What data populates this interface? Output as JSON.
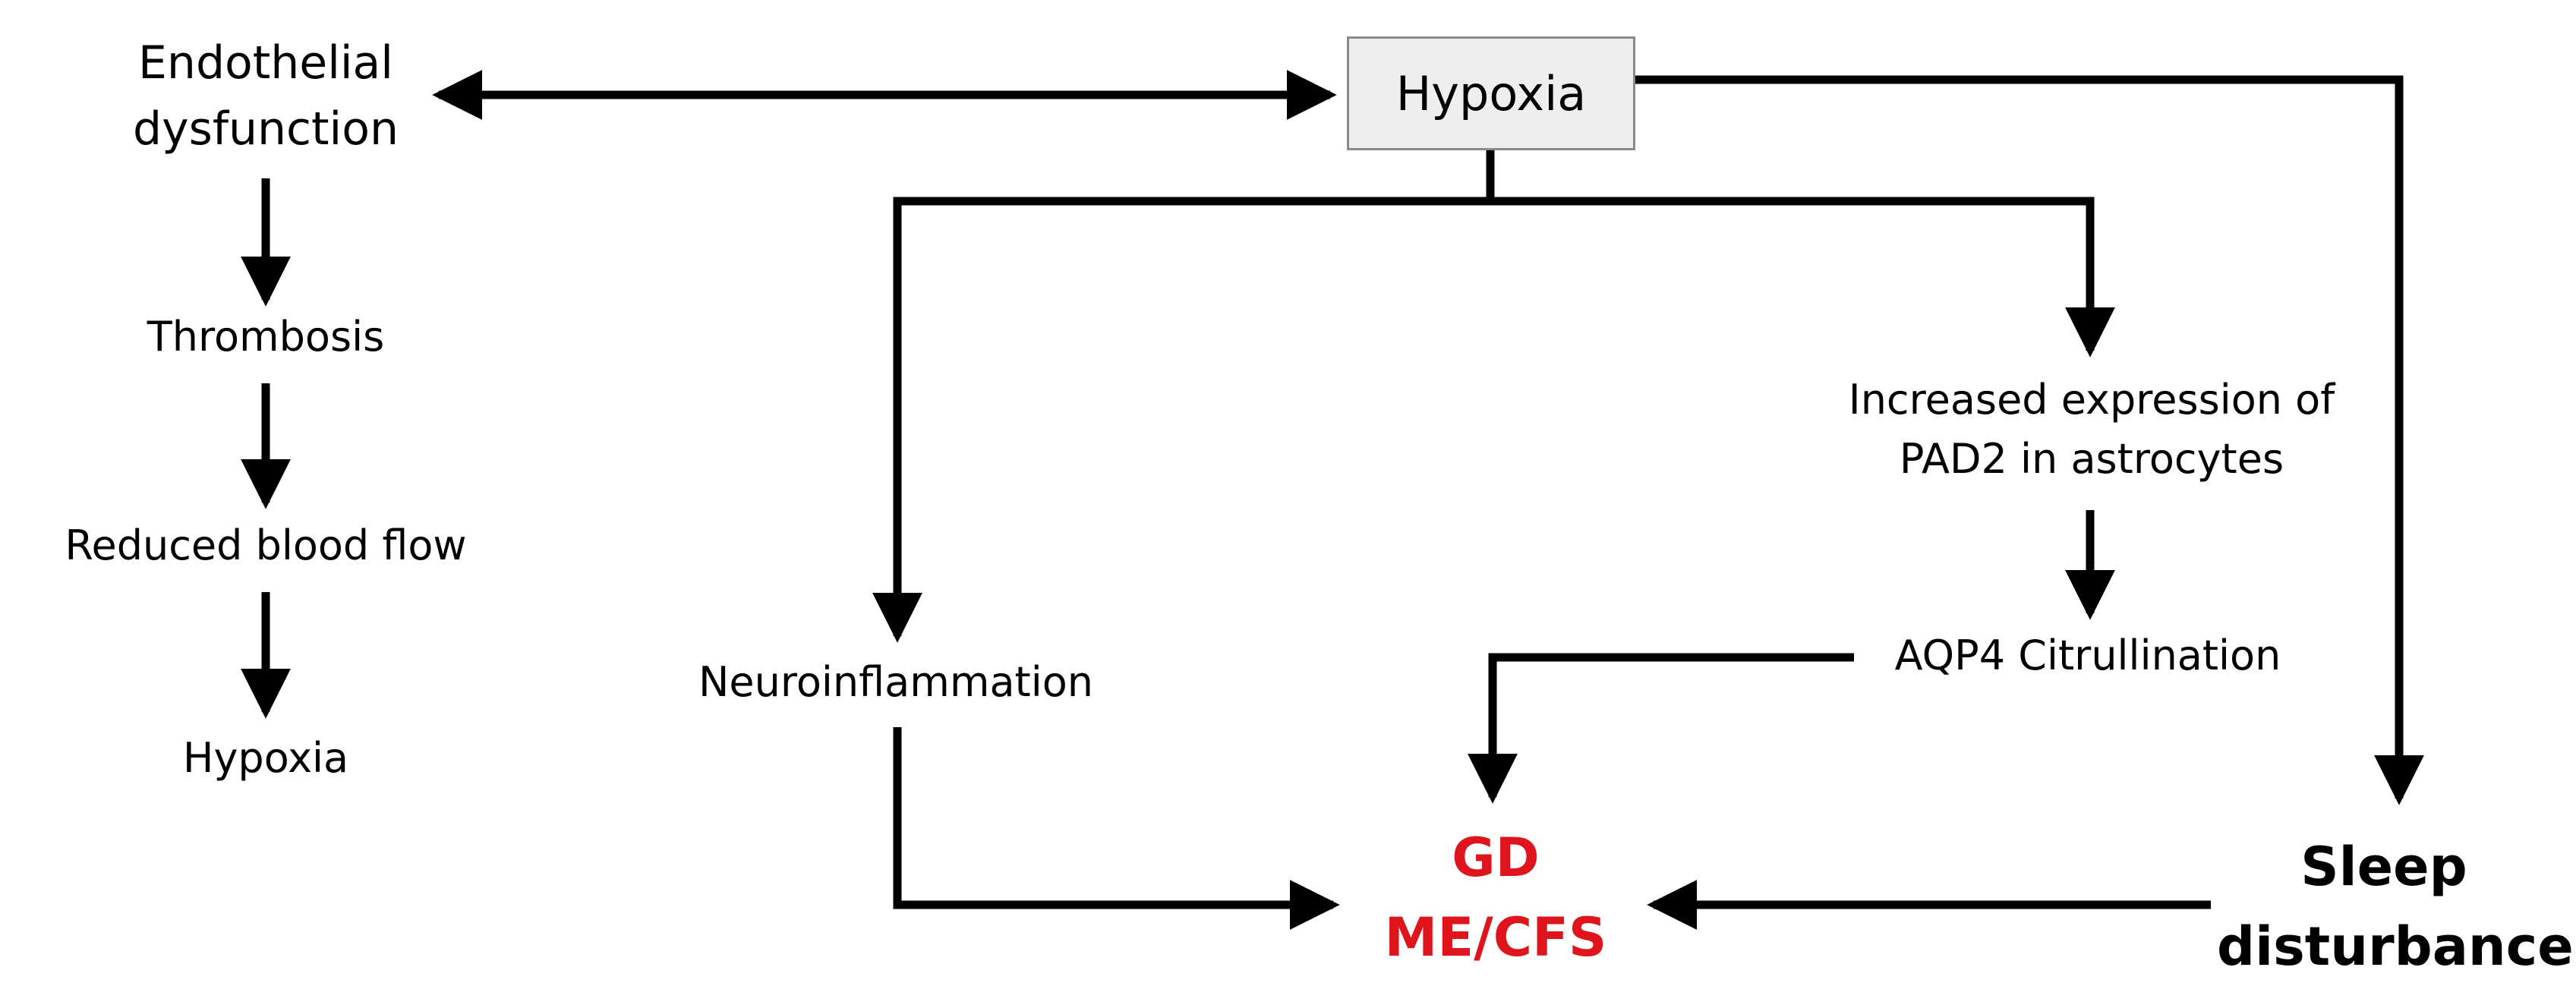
{
  "nodes": {
    "hypoxia_box": "Hypoxia",
    "endothelial_line1": "Endothelial",
    "endothelial_line2": "dysfunction",
    "thrombosis": "Thrombosis",
    "reduced_blood_flow": "Reduced blood flow",
    "hypoxia_left": "Hypoxia",
    "pad2_line1": "Increased expression of",
    "pad2_line2": "PAD2 in astrocytes",
    "aqp4": "AQP4 Citrullination",
    "neuroinflammation": "Neuroinflammation",
    "gd_line1": "GD",
    "gd_line2": "ME/CFS",
    "sleep_line1": "Sleep",
    "sleep_line2": "disturbance"
  },
  "colors": {
    "arrow": "#000000",
    "outcome": "#e0141c",
    "box_fill": "#eeeeee",
    "box_border": "#8a8a8a"
  }
}
